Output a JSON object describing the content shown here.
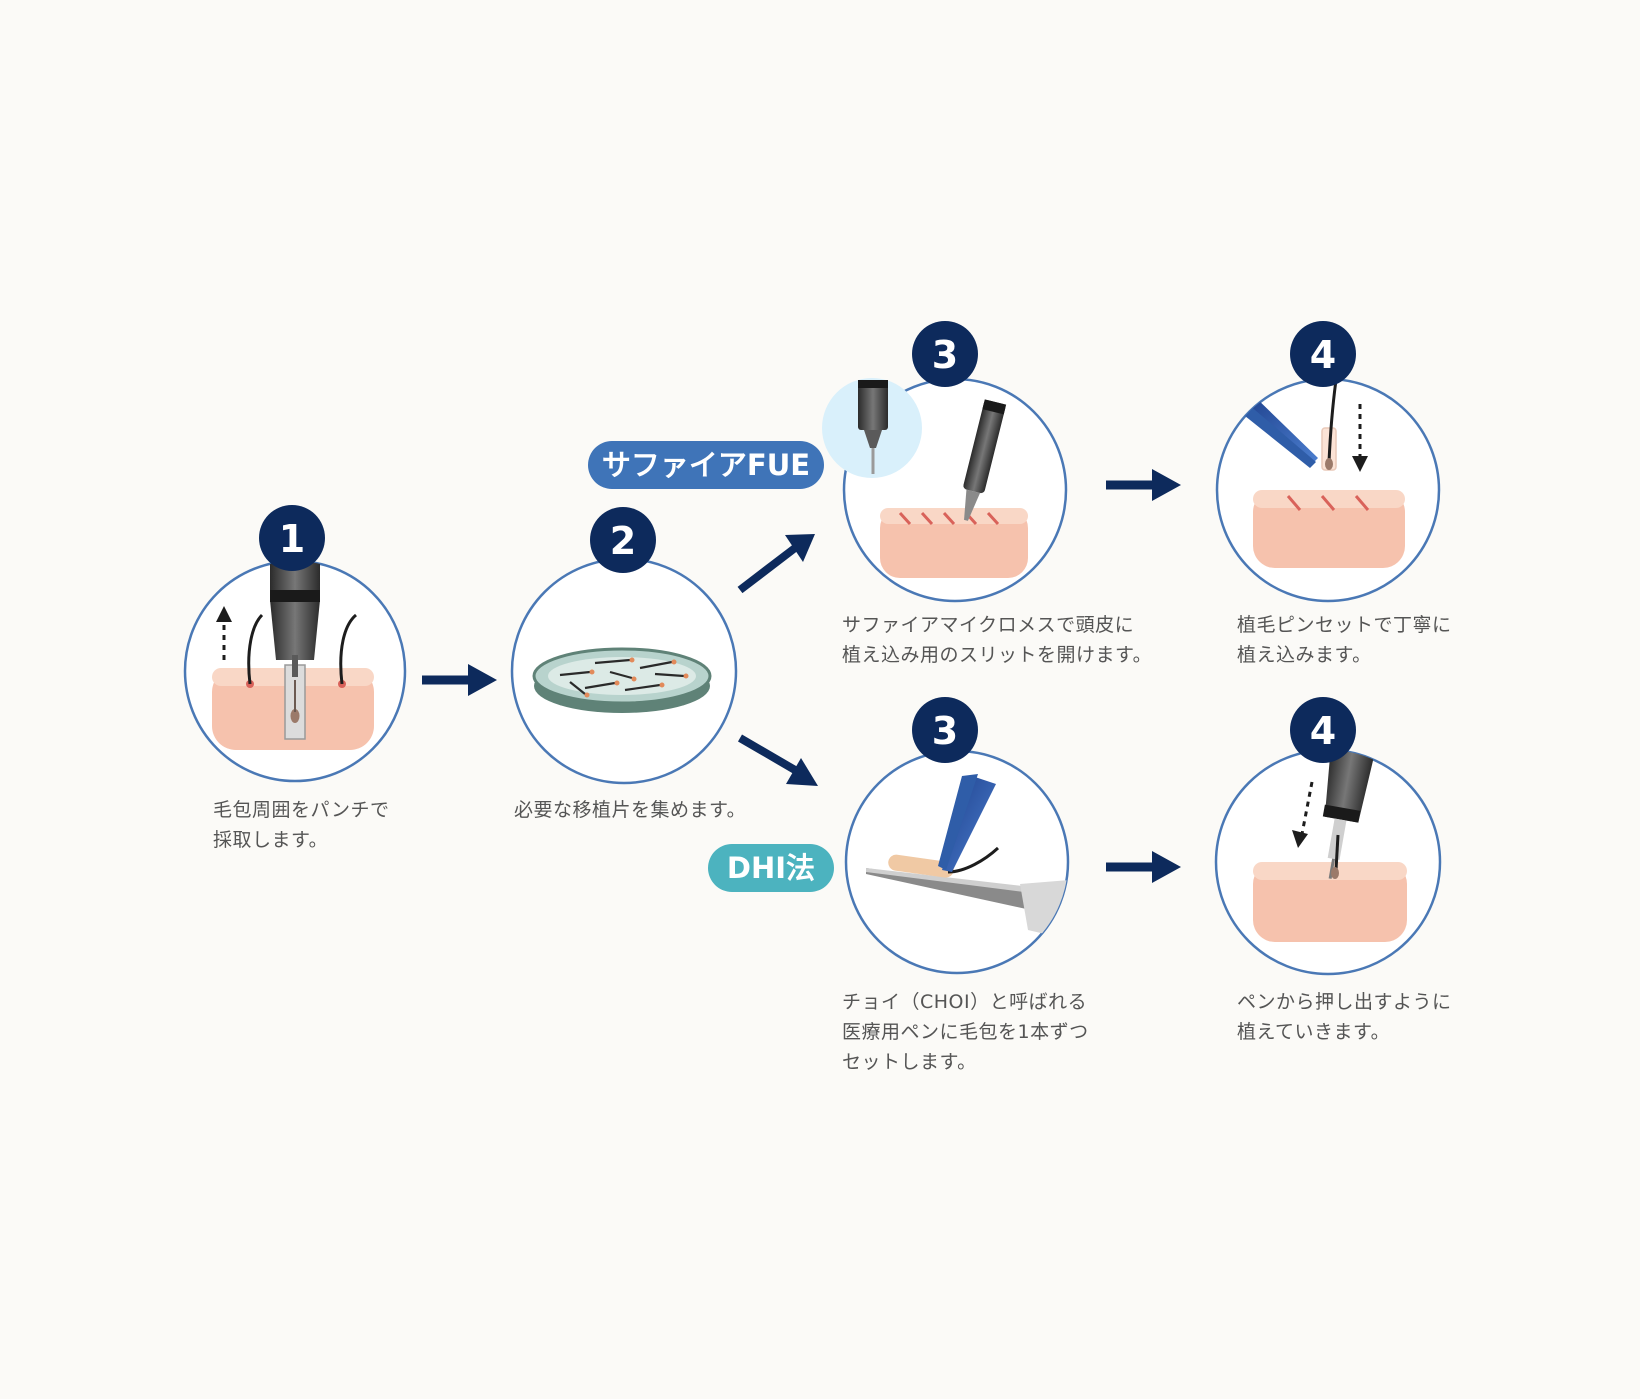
{
  "steps": {
    "punch": {
      "number": "1",
      "caption": [
        "毛包周囲をパンチで",
        "採取します。"
      ]
    },
    "collect": {
      "number": "2",
      "caption": [
        "必要な移植片を集めます。"
      ]
    },
    "fue_slit": {
      "number": "3",
      "caption": [
        "サファイアマイクロメスで頭皮に",
        "植え込み用のスリットを開けます。"
      ]
    },
    "fue_implant": {
      "number": "4",
      "caption": [
        "植毛ピンセットで丁寧に",
        "植え込みます。"
      ]
    },
    "dhi_load": {
      "number": "3",
      "caption": [
        "チョイ（CHOI）と呼ばれる",
        "医療用ペンに毛包を1本ずつ",
        "セットします。"
      ]
    },
    "dhi_implant": {
      "number": "4",
      "caption": [
        "ペンから押し出すように",
        "植えていきます。"
      ]
    }
  },
  "methods": {
    "fue": {
      "label": "サファイアFUE",
      "color": "#3f74b8"
    },
    "dhi": {
      "label": "DHI法",
      "color": "#4cb3bf"
    }
  },
  "colors": {
    "navy": "#0d2a5c",
    "circle_outline": "#4a78b5",
    "skin": "#f6c2ad",
    "skin_top": "#f9d7c6",
    "tool_blue": "#2f5da8"
  },
  "icons": [
    "arrow-right-icon",
    "dashed-arrow-up-icon",
    "dashed-arrow-down-icon",
    "petri-dish-icon",
    "scalpel-icon",
    "tweezers-icon",
    "implant-pen-icon"
  ]
}
